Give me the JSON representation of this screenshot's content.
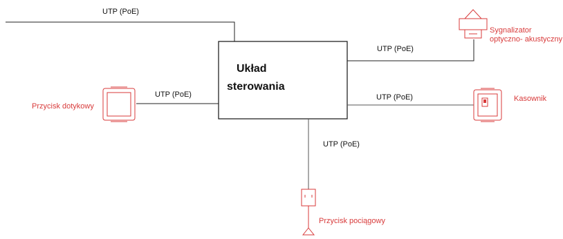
{
  "controller": {
    "line1": "Układ",
    "line2": "sterowania"
  },
  "cables": {
    "top": "UTP (PoE)",
    "signal": "UTP (PoE)",
    "touch": "UTP (PoE)",
    "reset": "UTP (PoE)",
    "pull": "UTP (PoE)"
  },
  "devices": {
    "signal_line1": "Sygnalizator",
    "signal_line2": "optyczno- akustyczny",
    "touch": "Przycisk dotykowy",
    "reset": "Kasownik",
    "pull": "Przycisk pociągowy"
  },
  "colors": {
    "device": "#d83a3a",
    "wire": "#222222"
  }
}
